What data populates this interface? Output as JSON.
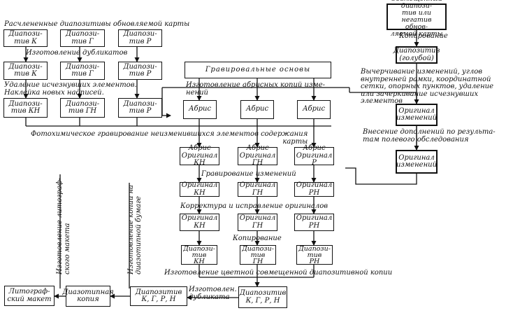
{
  "labels": {
    "title_split": "Расчлененные диапозитивы обновляемой карты",
    "make_duplicates": "Изготовление дубликатов",
    "remove_obsolete": "Удаление исчезнувших элементов.\nНаклейка новых надписей.",
    "make_abris": "Изготовление абрисных копий изме-\nнений",
    "photochem": "Фотохимическое гравирование неизменившихся элементов содержания\nкарты",
    "engraving_changes": "Гравирование изменений",
    "proofreading": "Корректура и исправление оригиналов",
    "copying_mid": "Копирование",
    "color_composite": "Изготовление цветной совмещенной диапозитивной копии",
    "make_duplicate_small": "Изготовлен.\nдубликата",
    "copying_right": "Копирование",
    "cut_changes": "Вычерчивание изменений, углов\nвнутренней рамки, координатной\nсетки, опорных пунктов, удаление\nили зачеркивание исчезнувших\nэлементов",
    "add_field": "Внесение дополнений по результа-\nтам полевого обследования",
    "litho_layout": "Изготовление литограф-\nского макета",
    "copy_diazo": "Изготовление копии на\nдиазотипной бумаге"
  },
  "boxes": {
    "diapos_k": "Диапози-\nтив К",
    "diapos_g": "Диапози-\nтив Г",
    "diapos_r": "Диапози-\nтив Р",
    "dup_k": "Диапози-\nтив К",
    "dup_g": "Диапози-\nтив Г",
    "dup_r": "Диапози-\nтив Р",
    "engr_base": "Гравировальные основы",
    "kn": "Диапози-\nтив КН",
    "gn": "Диапози-\nтив ГН",
    "r": "Диапози-\nтив Р",
    "abris1": "Абрис",
    "abris2": "Абрис",
    "abris3": "Абрис",
    "abris_orig_kn": "Абрис\nОригинал КН",
    "abris_orig_gn": "Абрис\nОригинал ГН",
    "abris_orig_r": "Абрис\nОригинал Р",
    "orig_kn_1": "Оригинал КН",
    "orig_gn_1": "Оригинал ГН",
    "orig_rn_1": "Оригинал РН",
    "orig_kn_2": "Оригинал КН",
    "orig_gn_2": "Оригинал ГН",
    "orig_rn_2": "Оригинал РН",
    "dia_kn": "Диапози-\nтив\nКН",
    "dia_gn": "Диапози-\nтив\nГН",
    "dia_rn": "Диапози-\nтив\nРН",
    "dia_kgrn_bottom": "Диапозитив\nК, Г, Р, Н",
    "dia_kgrn_left": "Диапозитив\nК, Г, Р, Н",
    "diazo_copy": "Диазотипная\nкопия",
    "litho_layout": "Литограф-\nский макет",
    "composite": "Совмещенный диапози-\nтив или негатив обнов-\nляемой карты",
    "dia_blue": "Диапозитив\n(голубой)",
    "orig_changes_1": "Оригинал\nизменений",
    "orig_changes_2": "Оригинал\nизменений"
  }
}
